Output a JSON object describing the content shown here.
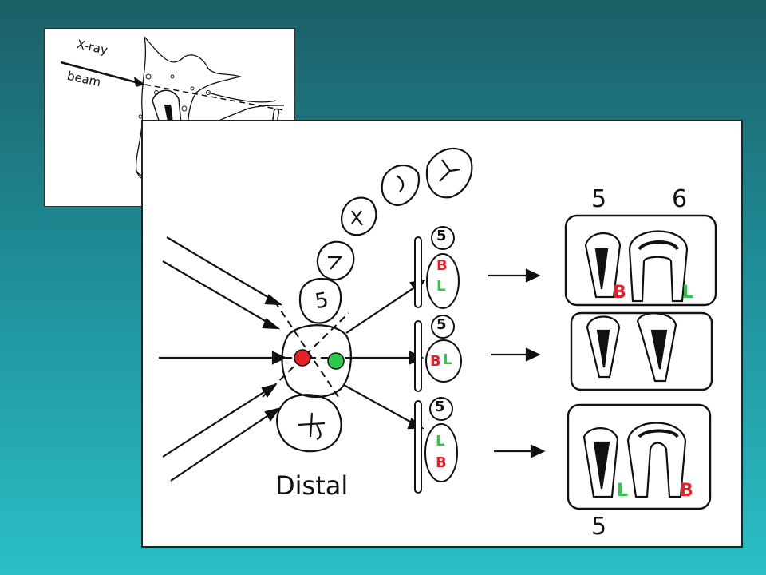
{
  "inset": {
    "beam_label_1": "X-ray",
    "beam_label_2": "beam"
  },
  "arch": {
    "tooth_number": "5"
  },
  "labels": {
    "distal": "Distal",
    "buccal": "B",
    "lingual": "L"
  },
  "films": [
    "5",
    "5",
    "5"
  ],
  "radiographs": {
    "top_left": "5",
    "top_right": "6",
    "bottom": "5"
  },
  "colors": {
    "buccal": "#e8202a",
    "lingual": "#2cc84a",
    "ink": "#111111"
  }
}
